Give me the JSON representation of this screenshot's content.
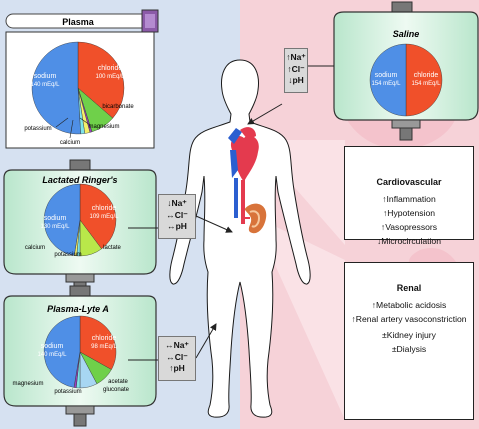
{
  "plasma": {
    "title": "Plasma",
    "sodium_label": "sodium",
    "sodium_value": "140 mEq/L",
    "chloride_label": "chloride",
    "chloride_value": "100 mEq/L",
    "bicarbonate": "bicarbonate",
    "magnesium": "magnesium",
    "calcium": "calcium",
    "potassium": "potassium"
  },
  "lactated_ringers": {
    "title": "Lactated Ringer's",
    "sodium_label": "sodium",
    "sodium_value": "130 mEq/L",
    "chloride_label": "chloride",
    "chloride_value": "109 mEq/L",
    "calcium": "calcium",
    "potassium": "potassium",
    "lactate": "lactate",
    "effect": [
      "↓Na⁺",
      "↔Cl⁻",
      "↔pH"
    ]
  },
  "plasma_lyte": {
    "title": "Plasma-Lyte A",
    "sodium_label": "sodium",
    "sodium_value": "140 mEq/L",
    "chloride_label": "chloride",
    "chloride_value": "98 mEq/L",
    "magnesium": "magnesium",
    "potassium": "potassium",
    "acetate": "acetate",
    "gluconate": "gluconate",
    "effect": [
      "↔Na⁺",
      "↔Cl⁻",
      "↑pH"
    ]
  },
  "saline": {
    "title": "Saline",
    "sodium_label": "sodium",
    "sodium_value": "154 mEq/L",
    "chloride_label": "chloride",
    "chloride_value": "154 mEq/L",
    "effect": [
      "↑Na⁺",
      "↑Cl⁻",
      "↓pH"
    ]
  },
  "cardiovascular": {
    "title": "Cardiovascular",
    "items": [
      "↑Inflammation",
      "↑Hypotension",
      "↑Vasopressors",
      "↓Microcirculation"
    ]
  },
  "renal": {
    "title": "Renal",
    "items": [
      "↑Metabolic acidosis",
      "↑Renal artery vasoconstriction",
      "±Kidney injury",
      "±Dialysis"
    ]
  },
  "colors": {
    "sodium": "#4f8fe6",
    "chloride": "#f0502a",
    "bicarbonate": "#6fd04a",
    "magnesium": "#9a3fbf",
    "calcium": "#f4ef6a",
    "potassium": "#7fe3e8",
    "lactate": "#b9e84a",
    "acetate": "#6fd04a",
    "gluconate": "#a7d6f2",
    "bag_fill": "#d8f1e2",
    "bg_left": "#d6e1f1",
    "bg_right": "#f6d2d8"
  }
}
